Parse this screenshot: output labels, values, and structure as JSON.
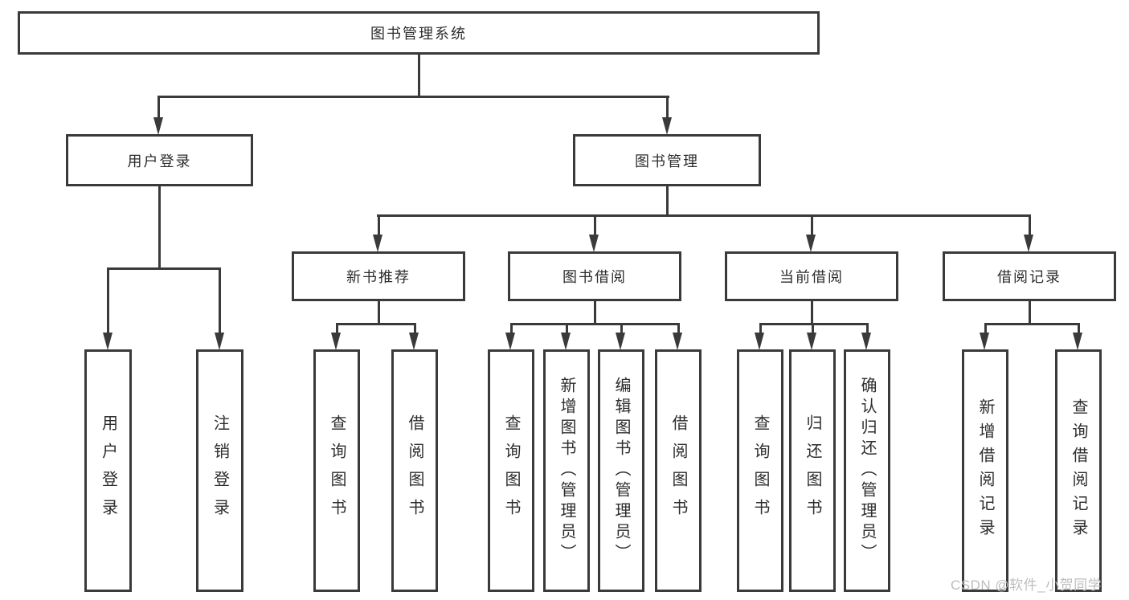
{
  "colors": {
    "line": "#3a3a3c",
    "box_border": "#3a3a3c",
    "text": "#2d2d2f",
    "watermark": "#bdbdbd",
    "background": "#ffffff"
  },
  "tree": {
    "label": "图书管理系统",
    "children": [
      {
        "label": "用户登录",
        "children": [
          {
            "label": "用户登录"
          },
          {
            "label": "注销登录"
          }
        ]
      },
      {
        "label": "图书管理",
        "children": [
          {
            "label": "新书推荐",
            "children": [
              {
                "label": "查询图书"
              },
              {
                "label": "借阅图书"
              }
            ]
          },
          {
            "label": "图书借阅",
            "children": [
              {
                "label": "查询图书"
              },
              {
                "label": "新增图书（管理员）"
              },
              {
                "label": "编辑图书（管理员）"
              },
              {
                "label": "借阅图书"
              }
            ]
          },
          {
            "label": "当前借阅",
            "children": [
              {
                "label": "查询图书"
              },
              {
                "label": "归还图书"
              },
              {
                "label": "确认归还（管理员）"
              }
            ]
          },
          {
            "label": "借阅记录",
            "children": [
              {
                "label": "新增借阅记录"
              },
              {
                "label": "查询借阅记录"
              }
            ]
          }
        ]
      }
    ]
  },
  "watermark": {
    "text": "CSDN @软件_小贺同学"
  }
}
